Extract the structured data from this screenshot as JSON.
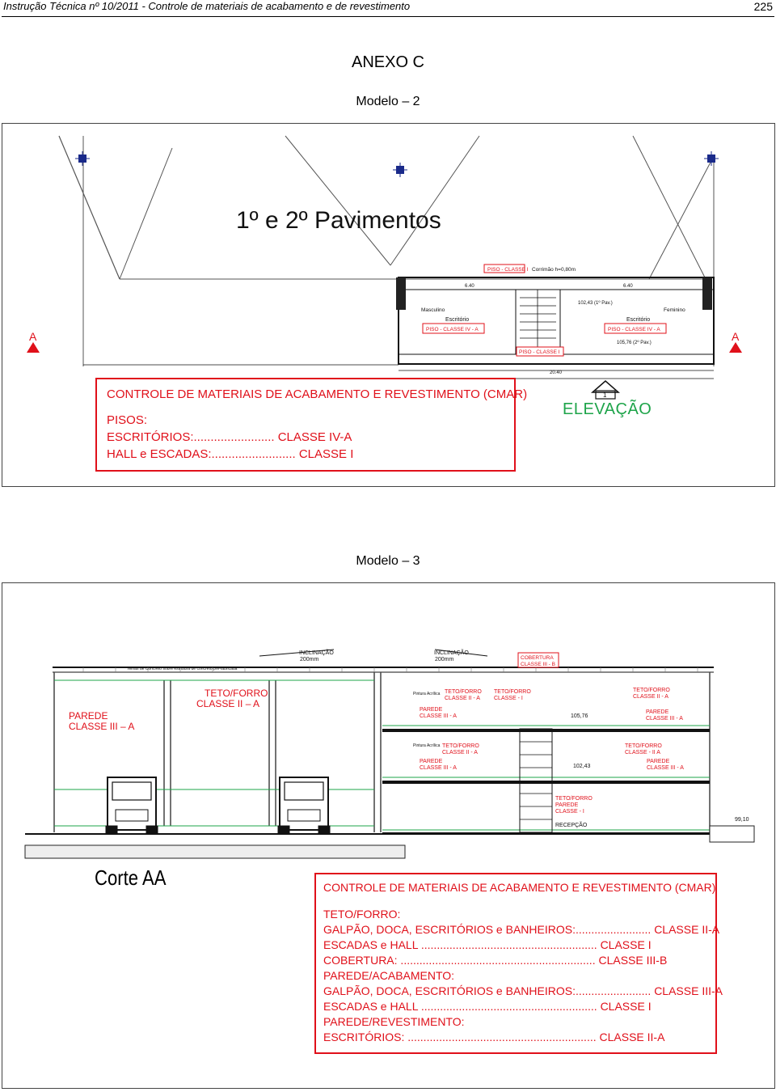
{
  "header": {
    "doc_title": "Instrução Técnica nº 10/2011 - Controle de materiais de acabamento e de revestimento",
    "page_number": "225"
  },
  "annex_title": "ANEXO C",
  "model2": {
    "label": "Modelo – 2",
    "plan_title": "1º e 2º Pavimentos",
    "section_marks": [
      "A",
      "A"
    ],
    "labels": {
      "floor_class_i_top": "PISO - CLASSE I",
      "corridor": "Corrimão h=0,80m",
      "masculino": "Masculino",
      "feminino": "Feminino",
      "escritorio_left": "Escritório",
      "escritorio_right": "Escritório",
      "floor_iv_left": "PISO - CLASSE IV - A",
      "floor_iv_right": "PISO - CLASSE IV - A",
      "floor_class_i_bottom": "PISO - CLASSE I",
      "level_1": "102,43 (1º Pav.)",
      "level_2": "105,76 (2º Pav.)",
      "dim_left": "6.40",
      "dim_right": "6.40",
      "dim_total": "20.40"
    },
    "cmar": {
      "title": "CONTROLE DE MATERIAIS DE ACABAMENTO E REVESTIMENTO (CMAR)",
      "lines": [
        "PISOS:",
        "ESCRITÓRIOS:........................ CLASSE IV-A",
        "HALL e ESCADAS:......................... CLASSE I"
      ]
    },
    "elevation_label": "ELEVAÇÃO",
    "elevation_number": "1"
  },
  "model3": {
    "label": "Modelo – 3",
    "section_title": "Corte AA",
    "labels": {
      "inclinacao_1": "INCLINAÇÃO",
      "inclinacao_1_val": "200mm",
      "inclinacao_2": "INCLINAÇÃO",
      "inclinacao_2_val": "200mm",
      "cobertura": "COBERTURA",
      "cobertura_class": "CLASSE III - B",
      "roof_note": "Telhas de Concreto sobre estrutura de concreto pré-fabricada",
      "teto_galpao": "TETO/FORRO",
      "teto_galpao_class": "CLASSE II – A",
      "parede_galpao": "PAREDE",
      "parede_galpao_class": "CLASSE III – A",
      "level_105": "105,76",
      "level_102": "102,43",
      "level_99": "99,10",
      "recepcao": "RECEPÇÃO",
      "teto_a": "TETO/FORRO",
      "teto_a_class": "CLASSE II - A",
      "teto_b": "TETO/FORRO",
      "teto_b_class": "CLASSE - I",
      "teto_c": "TETO/FORRO",
      "teto_c_class": "CLASSE II - A",
      "parede_a": "PAREDE",
      "parede_a_class": "CLASSE III - A",
      "parede_c": "PAREDE",
      "parede_c_class": "CLASSE III - A",
      "teto_d": "TETO/FORRO",
      "teto_d_class": "CLASSE II - A",
      "teto_e": "TETO/FORRO",
      "teto_e_class": "CLASSE - II A",
      "parede_d": "PAREDE",
      "parede_d_class": "CLASSE III - A",
      "parede_e": "PAREDE",
      "parede_e_class": "CLASSE III - A",
      "teto_f": "TETO/FORRO",
      "parede_f": "PAREDE",
      "parede_f_class": "CLASSE - I",
      "pintura": "Pintura Acrílica"
    },
    "cmar": {
      "title": "CONTROLE DE MATERIAIS DE ACABAMENTO E REVESTIMENTO (CMAR)",
      "lines": [
        "TETO/FORRO:",
        "GALPÃO, DOCA, ESCRITÓRIOS e BANHEIROS:........................ CLASSE II-A",
        "ESCADAS e HALL ........................................................ CLASSE I",
        "COBERTURA: .............................................................. CLASSE III-B",
        "PAREDE/ACABAMENTO:",
        "GALPÃO, DOCA, ESCRITÓRIOS e BANHEIROS:........................ CLASSE III-A",
        "ESCADAS e HALL ........................................................ CLASSE I",
        "PAREDE/REVESTIMENTO:",
        "ESCRITÓRIOS: ............................................................ CLASSE II-A"
      ]
    }
  },
  "colors": {
    "red": "#e0101a",
    "green": "#1ea44a",
    "blue": "#1a2a8a"
  }
}
